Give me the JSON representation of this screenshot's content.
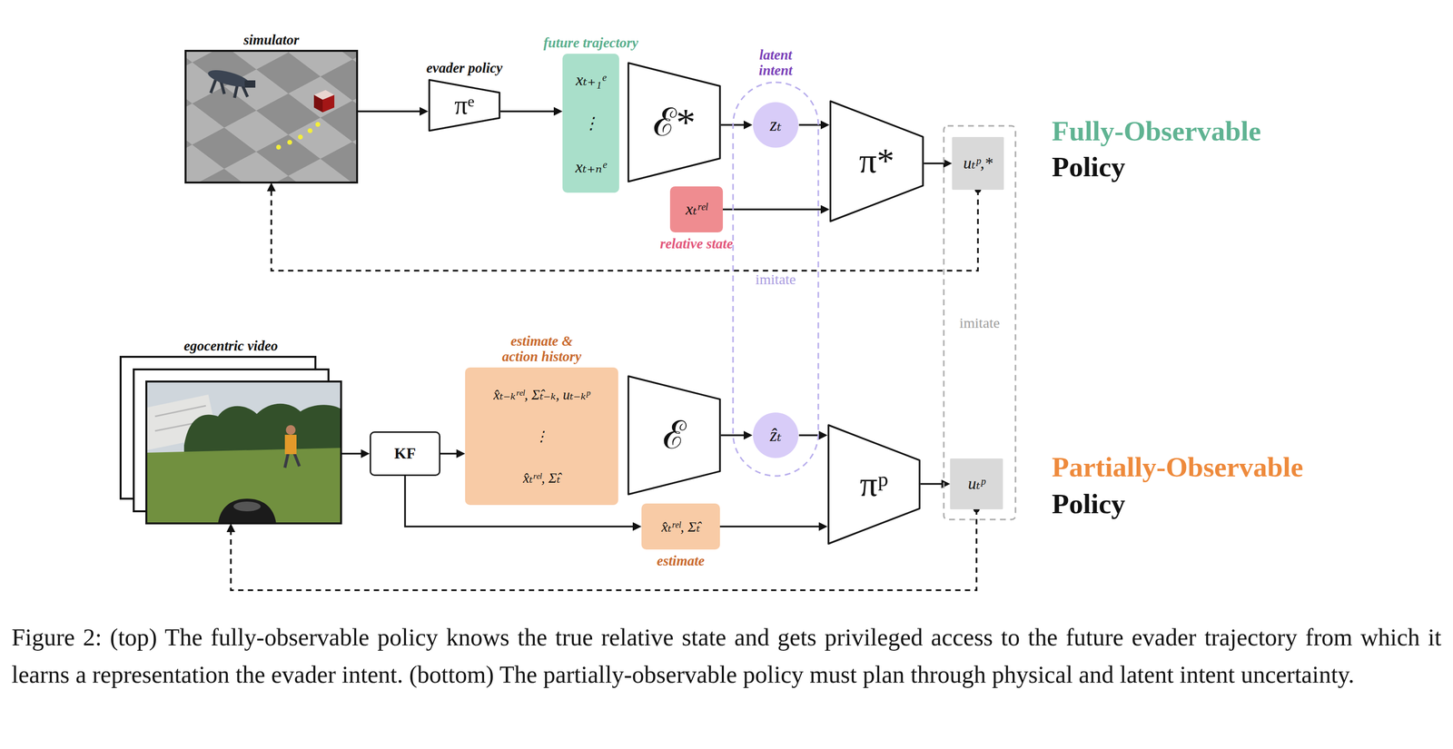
{
  "diagram": {
    "caption": "Figure 2: (top) The fully-observable policy knows the true relative state and gets privileged access to the future evader trajectory from which it learns a representation the evader intent. (bottom) The partially-observable policy must plan through physical and latent intent uncertainty.",
    "nodes": [
      {
        "text": [
          "simulator"
        ]
      },
      {
        "text": [
          "evader policy",
          "πᵉ"
        ]
      },
      {
        "text": [
          "future trajectory",
          "xₜ₊₁ᵉ ⋮ xₜ₊ₙᵉ"
        ]
      },
      {
        "text": [
          "ℰ*"
        ]
      },
      {
        "text": [
          "imitate"
        ]
      },
      {
        "text": [
          "latent intent",
          "zₜ"
        ],
        "in": 4
      },
      {
        "text": [
          "xₜʳᵉˡ",
          "relative state"
        ]
      },
      {
        "text": [
          "π*"
        ]
      },
      {
        "text": [
          "imitate"
        ]
      },
      {
        "text": [
          "uₜᵖ,*"
        ],
        "in": 8
      },
      {
        "text": [
          "egocentric video"
        ]
      },
      {
        "text": [
          "KF"
        ]
      },
      {
        "text": [
          "estimate & action history",
          "x̂ₜ₋ₖʳᵉˡ, Σ̂ₜ₋ₖ, uₜ₋ₖᵖ ⋮ x̂ₜʳᵉˡ, Σ̂ₜ"
        ]
      },
      {
        "text": [
          "ℰ"
        ]
      },
      {
        "text": [
          "ẑₜ"
        ],
        "in": 4
      },
      {
        "text": [
          "πᵖ"
        ]
      },
      {
        "text": [
          "uₜᵖ"
        ],
        "in": 8
      },
      {
        "text": [
          "x̂ₜʳᵉˡ, Σ̂ₜ",
          "estimate"
        ]
      }
    ],
    "edges": [
      {
        "from": 0,
        "to": 1,
        "arrow": "to"
      },
      {
        "from": 1,
        "to": 2,
        "arrow": "to"
      },
      {
        "from": 3,
        "to": 5,
        "arrow": "to"
      },
      {
        "from": 5,
        "to": 7,
        "arrow": "to"
      },
      {
        "from": 6,
        "to": 7,
        "arrow": "to"
      },
      {
        "from": 7,
        "to": 9,
        "arrow": "to"
      },
      {
        "from": 9,
        "to": 0,
        "arrow": "to"
      },
      {
        "from": 10,
        "to": 11,
        "arrow": "to"
      },
      {
        "from": 11,
        "to": 12,
        "arrow": "to"
      },
      {
        "from": 11,
        "to": 17,
        "arrow": "to"
      },
      {
        "from": 13,
        "to": 14,
        "arrow": "to"
      },
      {
        "from": 14,
        "to": 15,
        "arrow": "to"
      },
      {
        "from": 17,
        "to": 15,
        "arrow": "to"
      },
      {
        "from": 15,
        "to": 16,
        "arrow": "to"
      },
      {
        "from": 16,
        "to": 10,
        "arrow": "to"
      }
    ],
    "labels": [
      "Fully-Observable",
      "Policy",
      "Partially-Observable",
      "Policy"
    ]
  }
}
